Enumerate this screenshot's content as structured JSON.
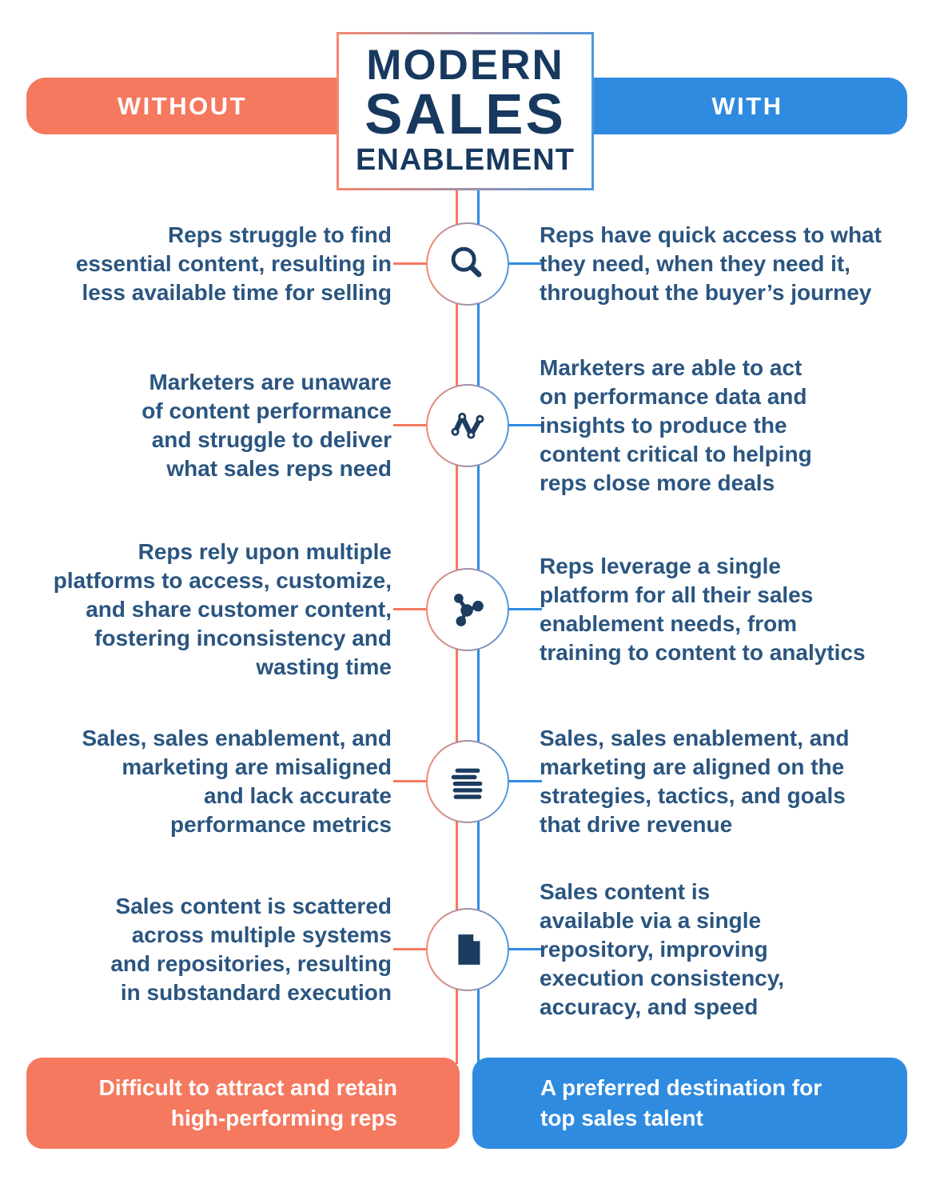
{
  "header": {
    "without_label": "WITHOUT",
    "with_label": "WITH",
    "title_line1": "MODERN",
    "title_line2": "SALES",
    "title_line3": "ENABLEMENT"
  },
  "rows": [
    {
      "icon": "search-icon",
      "without": "Reps struggle to find\nessential content, resulting in\nless available time for selling",
      "with": "Reps have quick access to what\nthey need, when they need it,\nthroughout the buyer’s journey"
    },
    {
      "icon": "trend-chart-icon",
      "without": "Marketers are unaware\nof content performance\nand struggle to deliver\nwhat sales reps need",
      "with": "Marketers are able to act\non performance data and\ninsights to produce the\ncontent critical to helping\nreps close more deals"
    },
    {
      "icon": "network-molecule-icon",
      "without": "Reps rely upon multiple\nplatforms to access, customize,\nand share customer content,\nfostering inconsistency and\nwasting time",
      "with": "Reps leverage a single\nplatform for all their sales\nenablement needs, from\ntraining to content to analytics"
    },
    {
      "icon": "text-lines-icon",
      "without": "Sales, sales enablement, and\nmarketing are misaligned\nand lack accurate\nperformance metrics",
      "with": "Sales, sales enablement, and\nmarketing are aligned on the\nstrategies, tactics, and goals\nthat drive revenue"
    },
    {
      "icon": "document-icon",
      "without": "Sales content is scattered\nacross multiple systems\nand repositories, resulting\nin substandard execution",
      "with": "Sales content is\navailable via a single\nrepository, improving\nexecution consistency,\naccuracy, and speed"
    }
  ],
  "footer": {
    "without": "Difficult to attract and retain\nhigh-performing reps",
    "with": "A preferred destination for\ntop sales talent"
  },
  "colors": {
    "salmon": "#F5795F",
    "blue": "#2F8BE0",
    "navy_title": "#17395F",
    "navy_text": "#2A5580",
    "icon_navy": "#1C3C60"
  }
}
